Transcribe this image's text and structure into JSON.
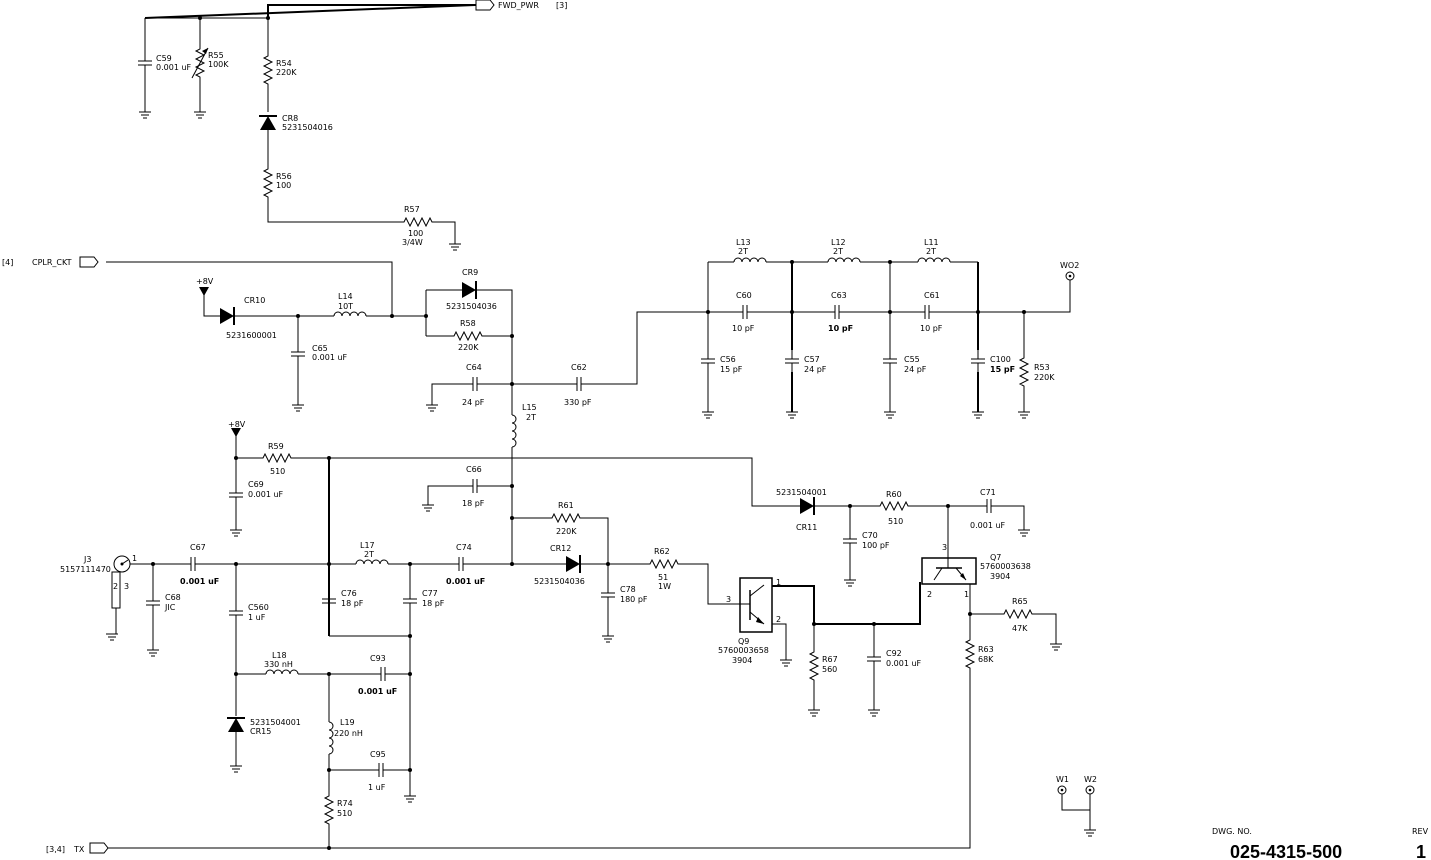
{
  "ports": {
    "fwd_pwr": "FWD_PWR",
    "fwd_pwr_ref": "[3]",
    "cplr_ckt": "CPLR_CKT",
    "cplr_ref": "[4]",
    "tx": "TX",
    "tx_ref": "[3,4]"
  },
  "supplies": {
    "plus8v_a": "+8V",
    "plus8v_b": "+8V"
  },
  "resistors": [
    {
      "ref": "R55",
      "value": "100K"
    },
    {
      "ref": "R54",
      "value": "220K"
    },
    {
      "ref": "R56",
      "value": "100"
    },
    {
      "ref": "R57",
      "value": "100",
      "value2": "3/4W"
    },
    {
      "ref": "R58",
      "value": "220K"
    },
    {
      "ref": "R53",
      "value": "220K"
    },
    {
      "ref": "R59",
      "value": "510"
    },
    {
      "ref": "R61",
      "value": "220K"
    },
    {
      "ref": "R62",
      "value": "51",
      "value2": "1W"
    },
    {
      "ref": "R60",
      "value": "510"
    },
    {
      "ref": "R65",
      "value": "47K"
    },
    {
      "ref": "R63",
      "value": "68K"
    },
    {
      "ref": "R67",
      "value": "560"
    },
    {
      "ref": "R74",
      "value": "510"
    }
  ],
  "capacitors": [
    {
      "ref": "C59",
      "value": "0.001 uF"
    },
    {
      "ref": "C65",
      "value": "0.001 uF"
    },
    {
      "ref": "C64",
      "value": "24 pF"
    },
    {
      "ref": "C62",
      "value": "330 pF"
    },
    {
      "ref": "C60",
      "value": "10 pF"
    },
    {
      "ref": "C63",
      "value": "10 pF"
    },
    {
      "ref": "C61",
      "value": "10 pF"
    },
    {
      "ref": "C56",
      "value": "15 pF"
    },
    {
      "ref": "C57",
      "value": "24 pF"
    },
    {
      "ref": "C55",
      "value": "24 pF"
    },
    {
      "ref": "C100",
      "value": "15 pF"
    },
    {
      "ref": "C69",
      "value": "0.001 uF"
    },
    {
      "ref": "C66",
      "value": "18 pF"
    },
    {
      "ref": "C67",
      "value": "0.001 uF"
    },
    {
      "ref": "C68",
      "value": "JIC"
    },
    {
      "ref": "C560",
      "value": "1 uF"
    },
    {
      "ref": "C76",
      "value": "18 pF"
    },
    {
      "ref": "C77",
      "value": "18 pF"
    },
    {
      "ref": "C74",
      "value": "0.001 uF"
    },
    {
      "ref": "C78",
      "value": "180 pF"
    },
    {
      "ref": "C93",
      "value": "0.001 uF"
    },
    {
      "ref": "C95",
      "value": "1 uF"
    },
    {
      "ref": "C70",
      "value": "100 pF"
    },
    {
      "ref": "C71",
      "value": "0.001 uF"
    },
    {
      "ref": "C92",
      "value": "0.001 uF"
    }
  ],
  "inductors": [
    {
      "ref": "L14",
      "value": "10T"
    },
    {
      "ref": "L13",
      "value": "2T"
    },
    {
      "ref": "L12",
      "value": "2T"
    },
    {
      "ref": "L11",
      "value": "2T"
    },
    {
      "ref": "L15",
      "value": "2T"
    },
    {
      "ref": "L17",
      "value": "2T"
    },
    {
      "ref": "L18",
      "value": "330 nH"
    },
    {
      "ref": "L19",
      "value": "220 nH"
    }
  ],
  "diodes": [
    {
      "ref": "CR8",
      "part": "5231504016"
    },
    {
      "ref": "CR10",
      "part": "5231600001"
    },
    {
      "ref": "CR9",
      "part": "5231504036"
    },
    {
      "ref": "CR12",
      "part": "5231504036"
    },
    {
      "ref": "CR11",
      "part": "5231504001"
    },
    {
      "ref": "CR15",
      "part": "5231504001"
    }
  ],
  "transistors": [
    {
      "ref": "Q9",
      "part": "5760003658",
      "type": "3904"
    },
    {
      "ref": "Q7",
      "part": "5760003638",
      "type": "3904"
    }
  ],
  "connector": {
    "ref": "J3",
    "part": "5157111470",
    "pin1": "1",
    "pin2": "2",
    "pin3": "3"
  },
  "test_points": {
    "wo2": "WO2",
    "w1": "W1",
    "w2": "W2"
  },
  "transistor_pins": {
    "q9_3": "3",
    "q9_1": "1",
    "q9_2": "2",
    "q7_3": "3",
    "q7_2": "2",
    "q7_1": "1"
  },
  "title_block": {
    "dwg_label": "DWG. NO.",
    "dwg_number": "025-4315-500",
    "rev_label": "REV",
    "rev": "1"
  }
}
